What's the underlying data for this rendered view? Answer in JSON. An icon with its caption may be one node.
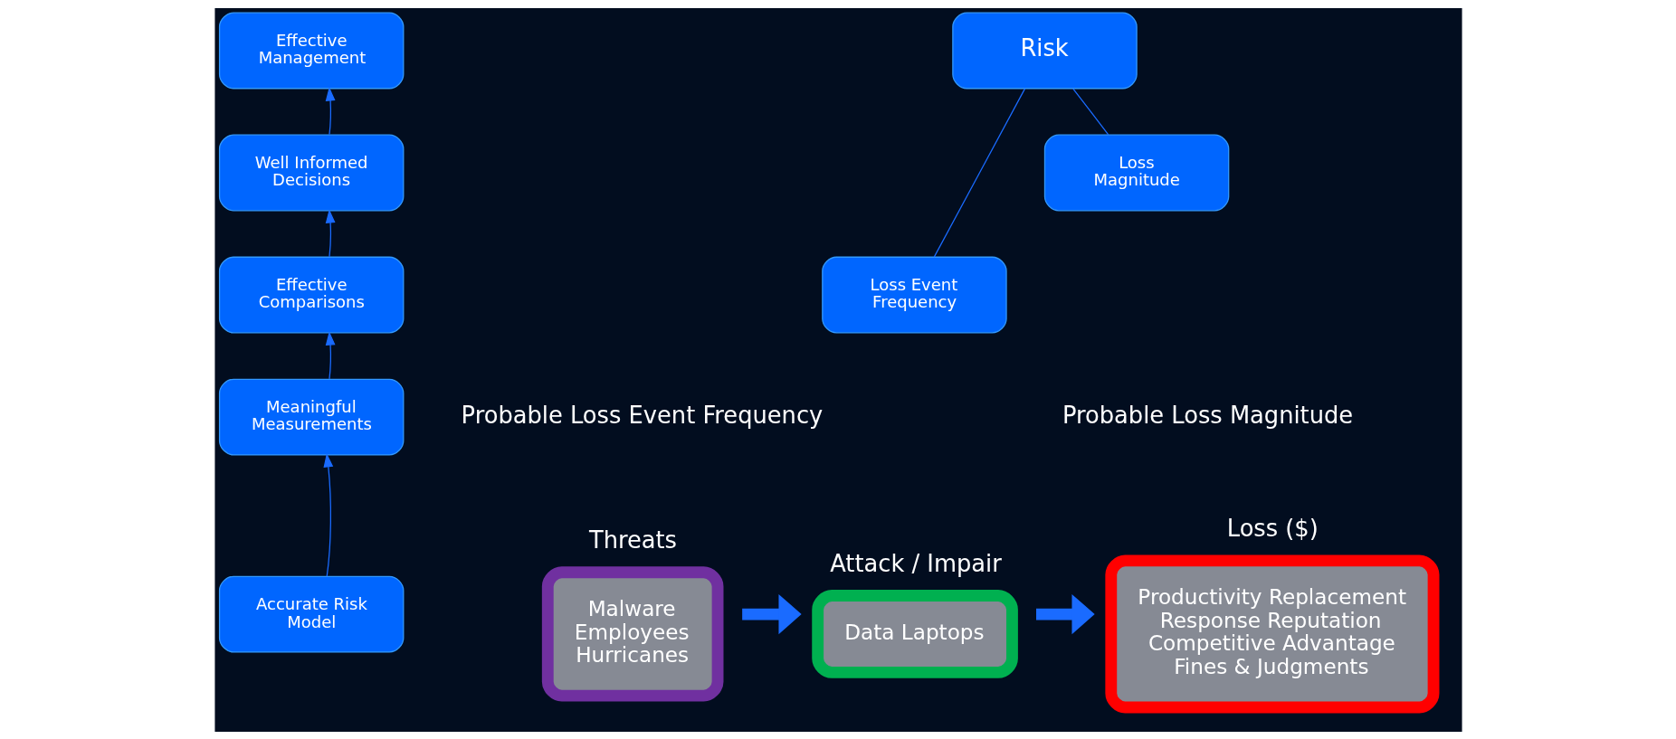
{
  "diagram": {
    "nodes": [
      {
        "text": [
          "Effective Management"
        ]
      },
      {
        "text": [
          "Well Informed Decisions"
        ]
      },
      {
        "text": [
          "Effective Comparisons"
        ]
      },
      {
        "text": [
          "Meaningful Measurements"
        ]
      },
      {
        "text": [
          "Accurate Risk Model"
        ]
      },
      {
        "text": [
          "Risk"
        ]
      },
      {
        "text": [
          "Loss Event Frequency"
        ]
      },
      {
        "text": [
          "Loss Magnitude"
        ]
      },
      {
        "text": [
          "Threats",
          "Malware Employees Hurricanes"
        ]
      },
      {
        "text": [
          "Attack / Impair",
          "Data Laptops"
        ]
      },
      {
        "text": [
          "Loss ($)",
          "Productivity Replacement Response Reputation Competitive Advantage Fines & Judgments"
        ]
      }
    ],
    "edges": [
      {
        "from": 4,
        "to": 3,
        "arrow": "to"
      },
      {
        "from": 3,
        "to": 2,
        "arrow": "to"
      },
      {
        "from": 2,
        "to": 1,
        "arrow": "to"
      },
      {
        "from": 1,
        "to": 0,
        "arrow": "to"
      },
      {
        "from": 5,
        "to": 6,
        "arrow": "none"
      },
      {
        "from": 5,
        "to": 7,
        "arrow": "none"
      },
      {
        "from": 8,
        "to": 9,
        "arrow": "to",
        "style": "thick"
      },
      {
        "from": 9,
        "to": 10,
        "arrow": "to",
        "style": "thick"
      }
    ],
    "labels": [
      "Probable Loss Event Frequency",
      "Probable Loss Magnitude"
    ]
  }
}
